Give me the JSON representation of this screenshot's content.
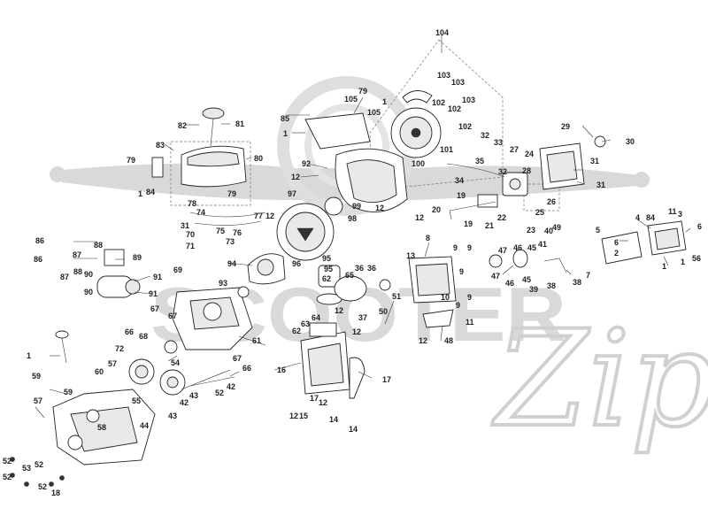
{
  "watermark": {
    "brand": "SCOOTER",
    "script": "Zip"
  },
  "callouts": [
    {
      "id": "c104",
      "text": "104"
    },
    {
      "id": "c103a",
      "text": "103"
    },
    {
      "id": "c103b",
      "text": "103"
    },
    {
      "id": "c103c",
      "text": "103"
    },
    {
      "id": "c102a",
      "text": "102"
    },
    {
      "id": "c102b",
      "text": "102"
    },
    {
      "id": "c102c",
      "text": "102"
    },
    {
      "id": "c101",
      "text": "101"
    },
    {
      "id": "c100",
      "text": "100"
    },
    {
      "id": "c105a",
      "text": "105"
    },
    {
      "id": "c105b",
      "text": "105"
    },
    {
      "id": "c79a",
      "text": "79"
    },
    {
      "id": "c1a",
      "text": "1"
    },
    {
      "id": "c85",
      "text": "85"
    },
    {
      "id": "c1b",
      "text": "1"
    },
    {
      "id": "c82",
      "text": "82"
    },
    {
      "id": "c81",
      "text": "81"
    },
    {
      "id": "c83",
      "text": "83"
    },
    {
      "id": "c80",
      "text": "80"
    },
    {
      "id": "c79b",
      "text": "79"
    },
    {
      "id": "c1c",
      "text": "1"
    },
    {
      "id": "c84a",
      "text": "84"
    },
    {
      "id": "c79c",
      "text": "79"
    },
    {
      "id": "c78",
      "text": "78"
    },
    {
      "id": "c74",
      "text": "74"
    },
    {
      "id": "c92",
      "text": "92"
    },
    {
      "id": "c12a",
      "text": "12"
    },
    {
      "id": "c97",
      "text": "97"
    },
    {
      "id": "c99",
      "text": "99"
    },
    {
      "id": "c98",
      "text": "98"
    },
    {
      "id": "c12b",
      "text": "12"
    },
    {
      "id": "c12c",
      "text": "12"
    },
    {
      "id": "c32a",
      "text": "32"
    },
    {
      "id": "c33",
      "text": "33"
    },
    {
      "id": "c29",
      "text": "29"
    },
    {
      "id": "c30",
      "text": "30"
    },
    {
      "id": "c27",
      "text": "27"
    },
    {
      "id": "c24",
      "text": "24"
    },
    {
      "id": "c35",
      "text": "35"
    },
    {
      "id": "c32b",
      "text": "32"
    },
    {
      "id": "c28",
      "text": "28"
    },
    {
      "id": "c31a",
      "text": "31"
    },
    {
      "id": "c31b",
      "text": "31"
    },
    {
      "id": "c34",
      "text": "34"
    },
    {
      "id": "c19a",
      "text": "19"
    },
    {
      "id": "c20",
      "text": "20"
    },
    {
      "id": "c19b",
      "text": "19"
    },
    {
      "id": "c21",
      "text": "21"
    },
    {
      "id": "c22",
      "text": "22"
    },
    {
      "id": "c23",
      "text": "23"
    },
    {
      "id": "c25",
      "text": "25"
    },
    {
      "id": "c26",
      "text": "26"
    },
    {
      "id": "c31c",
      "text": "31"
    },
    {
      "id": "c75",
      "text": "75"
    },
    {
      "id": "c76",
      "text": "76"
    },
    {
      "id": "c77",
      "text": "77"
    },
    {
      "id": "c12d",
      "text": "12"
    },
    {
      "id": "c70",
      "text": "70"
    },
    {
      "id": "c73",
      "text": "73"
    },
    {
      "id": "c71",
      "text": "71"
    },
    {
      "id": "c86a",
      "text": "86"
    },
    {
      "id": "c88a",
      "text": "88"
    },
    {
      "id": "c86b",
      "text": "86"
    },
    {
      "id": "c87a",
      "text": "87"
    },
    {
      "id": "c89",
      "text": "89"
    },
    {
      "id": "c90a",
      "text": "90"
    },
    {
      "id": "c87b",
      "text": "87"
    },
    {
      "id": "c88b",
      "text": "88"
    },
    {
      "id": "c90b",
      "text": "90"
    },
    {
      "id": "c91a",
      "text": "91"
    },
    {
      "id": "c91b",
      "text": "91"
    },
    {
      "id": "c94",
      "text": "94"
    },
    {
      "id": "c69",
      "text": "69"
    },
    {
      "id": "c93",
      "text": "93"
    },
    {
      "id": "c67a",
      "text": "67"
    },
    {
      "id": "c67b",
      "text": "67"
    },
    {
      "id": "c66a",
      "text": "66"
    },
    {
      "id": "c68",
      "text": "68"
    },
    {
      "id": "c72",
      "text": "72"
    },
    {
      "id": "c61",
      "text": "61"
    },
    {
      "id": "c67c",
      "text": "67"
    },
    {
      "id": "c66b",
      "text": "66"
    },
    {
      "id": "c96",
      "text": "96"
    },
    {
      "id": "c95a",
      "text": "95"
    },
    {
      "id": "c95b",
      "text": "95"
    },
    {
      "id": "c36a",
      "text": "36"
    },
    {
      "id": "c36b",
      "text": "36"
    },
    {
      "id": "c65",
      "text": "65"
    },
    {
      "id": "c62a",
      "text": "62"
    },
    {
      "id": "c12e",
      "text": "12"
    },
    {
      "id": "c64",
      "text": "64"
    },
    {
      "id": "c63",
      "text": "63"
    },
    {
      "id": "c62b",
      "text": "62"
    },
    {
      "id": "c37",
      "text": "37"
    },
    {
      "id": "c12f",
      "text": "12"
    },
    {
      "id": "c50",
      "text": "50"
    },
    {
      "id": "c51",
      "text": "51"
    },
    {
      "id": "c8",
      "text": "8"
    },
    {
      "id": "c9a",
      "text": "9"
    },
    {
      "id": "c9b",
      "text": "9"
    },
    {
      "id": "c13",
      "text": "13"
    },
    {
      "id": "c9c",
      "text": "9"
    },
    {
      "id": "c10",
      "text": "10"
    },
    {
      "id": "c9d",
      "text": "9"
    },
    {
      "id": "c9e",
      "text": "9"
    },
    {
      "id": "c11a",
      "text": "11"
    },
    {
      "id": "c12g",
      "text": "12"
    },
    {
      "id": "c48",
      "text": "48"
    },
    {
      "id": "c47a",
      "text": "47"
    },
    {
      "id": "c46a",
      "text": "46"
    },
    {
      "id": "c45a",
      "text": "45"
    },
    {
      "id": "c41",
      "text": "41"
    },
    {
      "id": "c40",
      "text": "40"
    },
    {
      "id": "c49",
      "text": "49"
    },
    {
      "id": "c47b",
      "text": "47"
    },
    {
      "id": "c46b",
      "text": "46"
    },
    {
      "id": "c45b",
      "text": "45"
    },
    {
      "id": "c39",
      "text": "39"
    },
    {
      "id": "c38a",
      "text": "38"
    },
    {
      "id": "c38b",
      "text": "38"
    },
    {
      "id": "c7",
      "text": "7"
    },
    {
      "id": "c5",
      "text": "5"
    },
    {
      "id": "c4",
      "text": "4"
    },
    {
      "id": "c84b",
      "text": "84"
    },
    {
      "id": "c11b",
      "text": "11"
    },
    {
      "id": "c3",
      "text": "3"
    },
    {
      "id": "c6a",
      "text": "6"
    },
    {
      "id": "c6b",
      "text": "6"
    },
    {
      "id": "c2",
      "text": "2"
    },
    {
      "id": "c1d",
      "text": "1"
    },
    {
      "id": "c1e",
      "text": "1"
    },
    {
      "id": "c56",
      "text": "56"
    },
    {
      "id": "c1f",
      "text": "1"
    },
    {
      "id": "c59a",
      "text": "59"
    },
    {
      "id": "c60",
      "text": "60"
    },
    {
      "id": "c57a",
      "text": "57"
    },
    {
      "id": "c54",
      "text": "54"
    },
    {
      "id": "c59b",
      "text": "59"
    },
    {
      "id": "c55",
      "text": "55"
    },
    {
      "id": "c57b",
      "text": "57"
    },
    {
      "id": "c58",
      "text": "58"
    },
    {
      "id": "c44",
      "text": "44"
    },
    {
      "id": "c43a",
      "text": "43"
    },
    {
      "id": "c43b",
      "text": "43"
    },
    {
      "id": "c42a",
      "text": "42"
    },
    {
      "id": "c42b",
      "text": "42"
    },
    {
      "id": "c52a",
      "text": "52"
    },
    {
      "id": "c52b",
      "text": "52"
    },
    {
      "id": "c53",
      "text": "53"
    },
    {
      "id": "c52c",
      "text": "52"
    },
    {
      "id": "c52d",
      "text": "52"
    },
    {
      "id": "c52e",
      "text": "52"
    },
    {
      "id": "c18",
      "text": "18"
    },
    {
      "id": "c16",
      "text": "16"
    },
    {
      "id": "c17a",
      "text": "17"
    },
    {
      "id": "c17b",
      "text": "17"
    },
    {
      "id": "c12h",
      "text": "12"
    },
    {
      "id": "c12i",
      "text": "12"
    },
    {
      "id": "c15",
      "text": "15"
    },
    {
      "id": "c14a",
      "text": "14"
    },
    {
      "id": "c14b",
      "text": "14"
    }
  ]
}
